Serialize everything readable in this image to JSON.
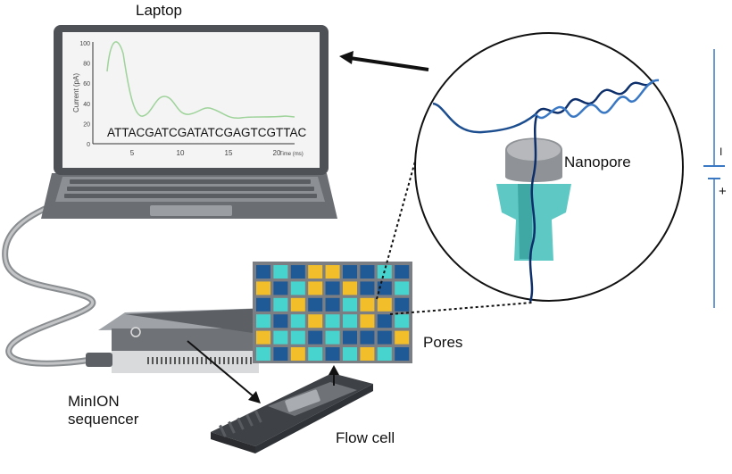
{
  "labels": {
    "laptop": "Laptop",
    "nanopore": "Nanopore",
    "pores": "Pores",
    "minion": "MinION\nsequencer",
    "flow_cell": "Flow cell",
    "battery_negative": "I",
    "battery_positive": "+"
  },
  "screen": {
    "ylabel": "Current (pA)",
    "yticks": [
      "100",
      "80",
      "60",
      "40",
      "20",
      "0"
    ],
    "xticks": [
      "5",
      "10",
      "15",
      "20"
    ],
    "xlabel": "Time (ms)",
    "sequence": "ATTACGATCGATATCGAGTCGTTAC"
  },
  "colors": {
    "dna_dark": "#0d2f6b",
    "dna_light": "#3a78c4",
    "pore_top": "#8f9296",
    "pore_body": "#5ec9c4",
    "cell_navy": "#1f5a96",
    "cell_yellow": "#f2bf2a",
    "cell_cyan": "#47d4cf",
    "trace": "#9ed39a"
  },
  "pore_grid": {
    "rows": [
      "bcbyybbcb",
      "ybcybybbc",
      "bcybbcyyb",
      "cbcyccybc",
      "yccbcbbby",
      "cbycbcycb"
    ]
  }
}
